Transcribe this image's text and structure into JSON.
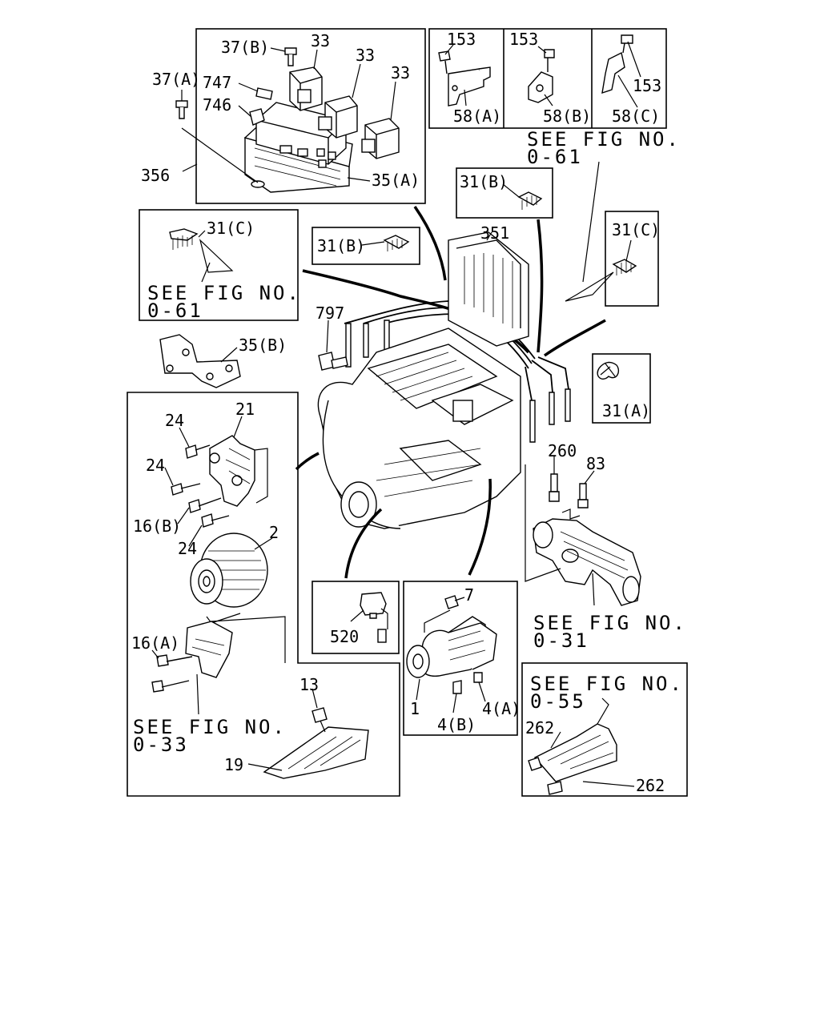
{
  "see_refs": {
    "fig_061_top_line1": "SEE FIG NO.",
    "fig_061_top_line2": "0-61",
    "fig_061_left_line1": "SEE FIG NO.",
    "fig_061_left_line2": "0-61",
    "fig_031_line1": "SEE FIG NO.",
    "fig_031_line2": "0-31",
    "fig_033_line1": "SEE FIG NO.",
    "fig_033_line2": "0-33",
    "fig_055_line1": "SEE FIG NO.",
    "fig_055_line2": "0-55"
  },
  "labels": {
    "p37b": "37(B)",
    "p33a": "33",
    "p33b": "33",
    "p33c": "33",
    "p37a": "37(A)",
    "p747": "747",
    "p746": "746",
    "p356": "356",
    "p35a": "35(A)",
    "p153a": "153",
    "p153b": "153",
    "p153c": "153",
    "p58a": "58(A)",
    "p58b": "58(B)",
    "p58c": "58(C)",
    "p31b_r": "31(B)",
    "p31b_l": "31(B)",
    "p31c_l": "31(C)",
    "p31c_r": "31(C)",
    "p351": "351",
    "p797": "797",
    "p35b": "35(B)",
    "p31a": "31(A)",
    "p21": "21",
    "p24a": "24",
    "p24b": "24",
    "p24c": "24",
    "p16b": "16(B)",
    "p2": "2",
    "p260": "260",
    "p83": "83",
    "p7": "7",
    "p520": "520",
    "p16a": "16(A)",
    "p13": "13",
    "p1": "1",
    "p4b": "4(B)",
    "p4a": "4(A)",
    "p19": "19",
    "p262a": "262",
    "p262b": "262"
  }
}
